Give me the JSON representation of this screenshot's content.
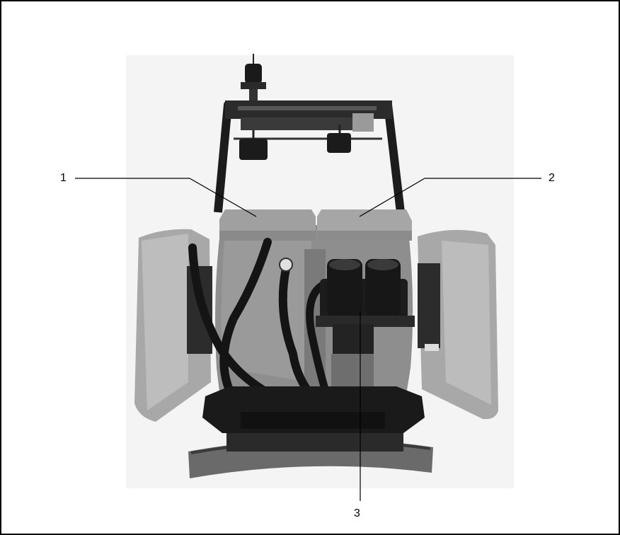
{
  "callouts": [
    {
      "label": "1"
    },
    {
      "label": "2"
    },
    {
      "label": "3"
    }
  ],
  "colors": {
    "frame": "#000000",
    "machine_dark": "#1c1c1c",
    "body_grey": "#8e8e8e",
    "panel_light": "#a8a8a8",
    "background": "#ffffff"
  }
}
